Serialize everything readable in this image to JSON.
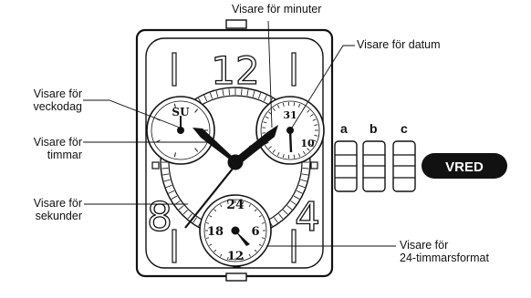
{
  "labels": {
    "minutes": "Visare för minuter",
    "date": "Visare för datum",
    "weekday_line1": "Visare för",
    "weekday_line2": "veckodag",
    "hours_line1": "Visare för",
    "hours_line2": "timmar",
    "seconds_line1": "Visare för",
    "seconds_line2": "sekunder",
    "format24_line1": "Visare för",
    "format24_line2": "24-timmarsformat"
  },
  "buttons": {
    "a": "a",
    "b": "b",
    "c": "c"
  },
  "crown_label": "VRED",
  "dial": {
    "numeral_12": "12",
    "numeral_8": "8",
    "numeral_4": "4"
  },
  "subdials": {
    "weekday": {
      "text": "SU"
    },
    "date": {
      "top": "31",
      "right": "10"
    },
    "format24": {
      "top": "24",
      "left": "18",
      "right": "6",
      "bottom": "12"
    }
  }
}
